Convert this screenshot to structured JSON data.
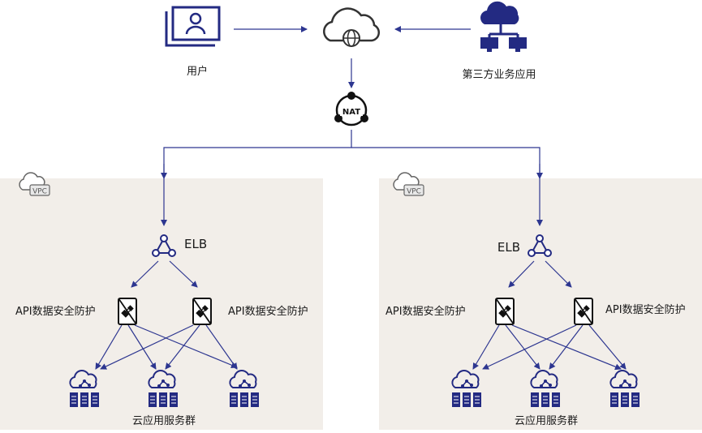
{
  "labels": {
    "user": "用户",
    "third_party": "第三方业务应用",
    "nat": "NAT",
    "vpc": "VPC",
    "elb": "ELB",
    "api_protection": "API数据安全防护",
    "cloud_cluster": "云应用服务群"
  },
  "colors": {
    "navy": "#232a82",
    "arrow": "#2d3690",
    "panel": "#f2eee9",
    "gray_icon": "#555555"
  }
}
